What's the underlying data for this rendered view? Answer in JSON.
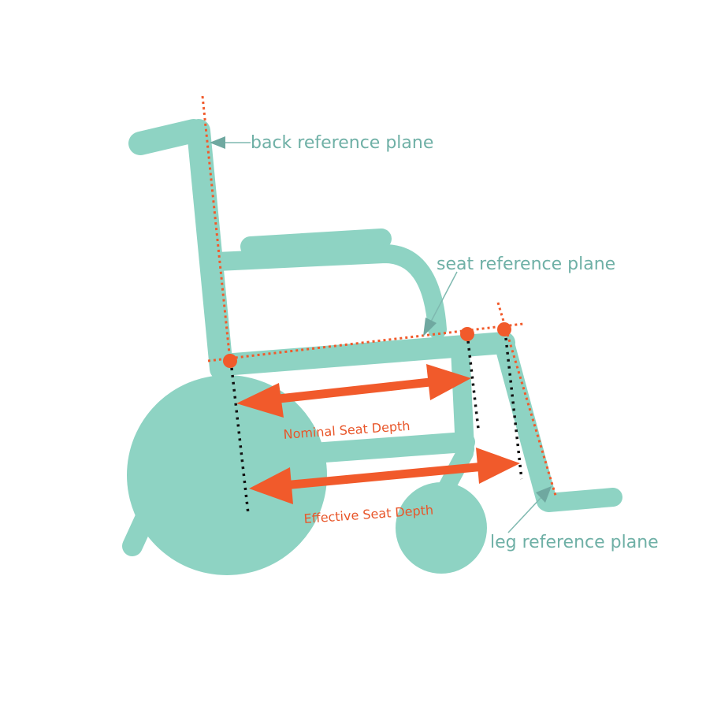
{
  "labels": {
    "back_plane": "back reference plane",
    "seat_plane": "seat reference plane",
    "leg_plane": "leg reference plane",
    "nominal_depth": "Nominal Seat Depth",
    "effective_depth": "Effective Seat Depth"
  },
  "colors": {
    "frame": "#8ed3c3",
    "accent": "#f15a2b",
    "label_teal": "#6fb0a6",
    "label_orange": "#e8562a",
    "measure_line": "#111111"
  }
}
